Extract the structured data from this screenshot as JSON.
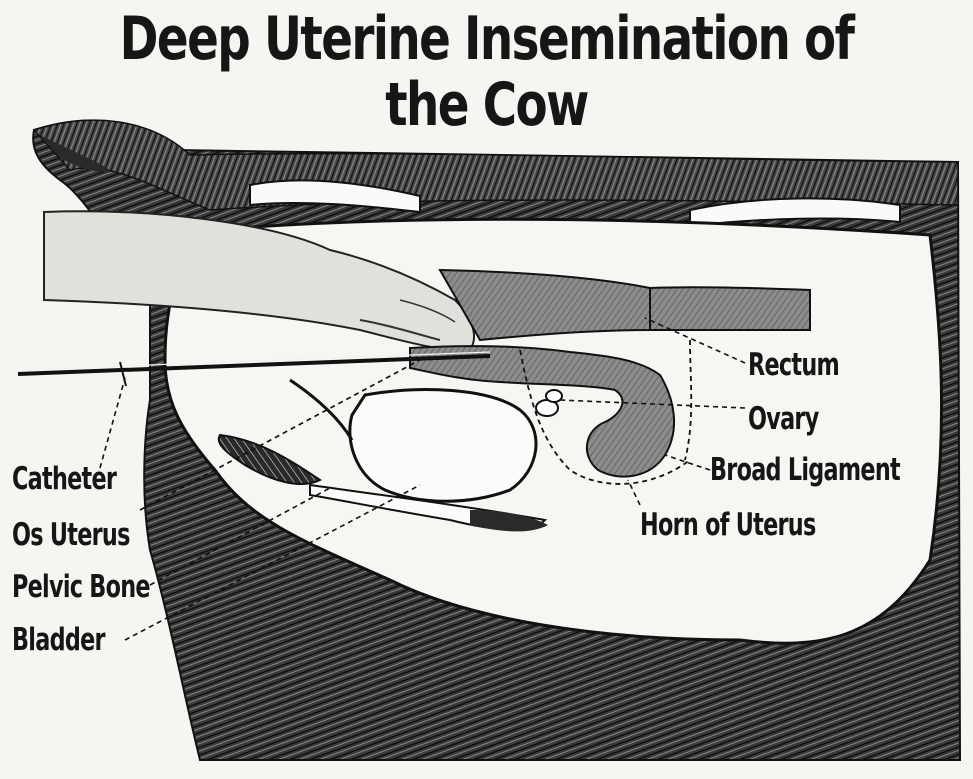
{
  "title": "Deep Uterine Insemination of the Cow",
  "labels": {
    "catheter": "Catheter",
    "os_uterus": "Os Uterus",
    "pelvic_bone": "Pelvic Bone",
    "bladder": "Bladder",
    "rectum": "Rectum",
    "ovary": "Ovary",
    "broad_ligament": "Broad Ligament",
    "horn_of_uterus": "Horn of Uterus"
  },
  "colors": {
    "ink": "#161616",
    "paper": "#f6f5f1",
    "organ_gray": "#8c8c8c",
    "skin": "#e2e0da"
  }
}
